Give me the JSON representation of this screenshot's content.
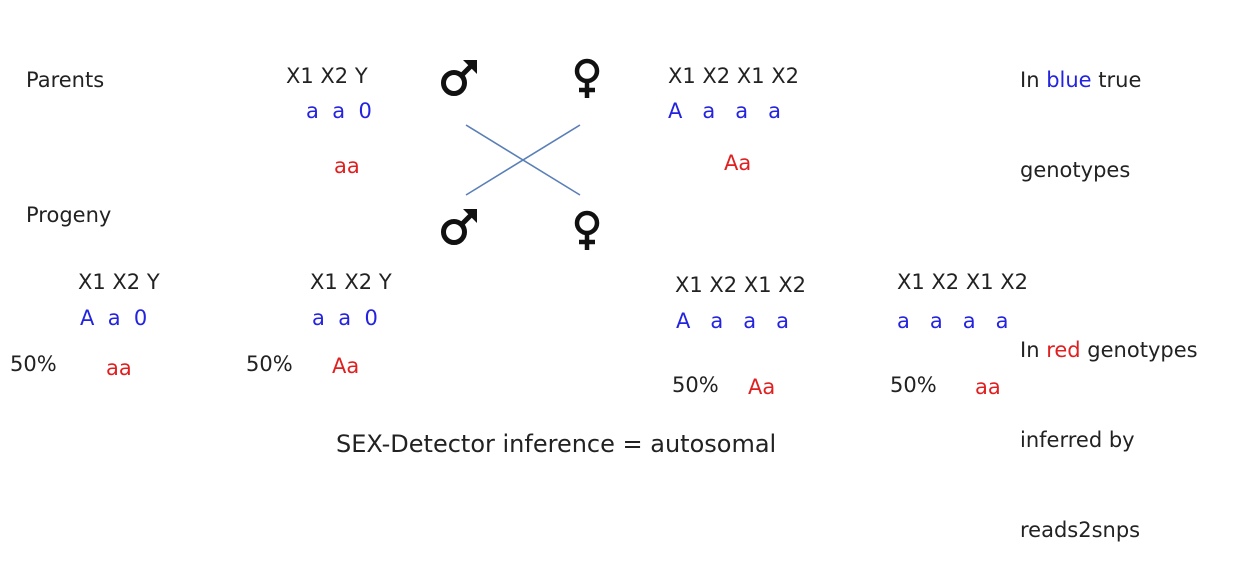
{
  "labels": {
    "parents": "Parents",
    "progeny": "Progeny"
  },
  "legend": {
    "line1_prefix": "In ",
    "line1_word": "blue",
    "line1_suffix": " true",
    "line2": "genotypes",
    "line3_prefix": "In ",
    "line3_word": "red",
    "line3_suffix": " genotypes",
    "line4": "inferred by",
    "line5": "reads2snps"
  },
  "colors": {
    "true_genotype": "#2323e0",
    "inferred_genotype": "#e02020",
    "cross_lines": "#5a7fb8"
  },
  "symbols": {
    "male": "male-symbol",
    "female": "female-symbol"
  },
  "parents": {
    "male": {
      "header": "X1 X2 Y",
      "true": "a  a  0",
      "inferred": "aa"
    },
    "female": {
      "header": "X1 X2 X1 X2",
      "true": "A   a   a   a",
      "inferred": "Aa"
    }
  },
  "progeny": [
    {
      "header": "X1 X2 Y",
      "true": "A  a  0",
      "percent": "50%",
      "inferred": "aa"
    },
    {
      "header": "X1 X2 Y",
      "true": "a  a  0",
      "percent": "50%",
      "inferred": "Aa"
    },
    {
      "header": "X1 X2 X1 X2",
      "true": "A   a   a   a",
      "percent": "50%",
      "inferred": "Aa"
    },
    {
      "header": "X1 X2 X1 X2",
      "true": "a   a   a   a",
      "percent": "50%",
      "inferred": "aa"
    }
  ],
  "conclusion": "SEX-Detector inference = autosomal"
}
